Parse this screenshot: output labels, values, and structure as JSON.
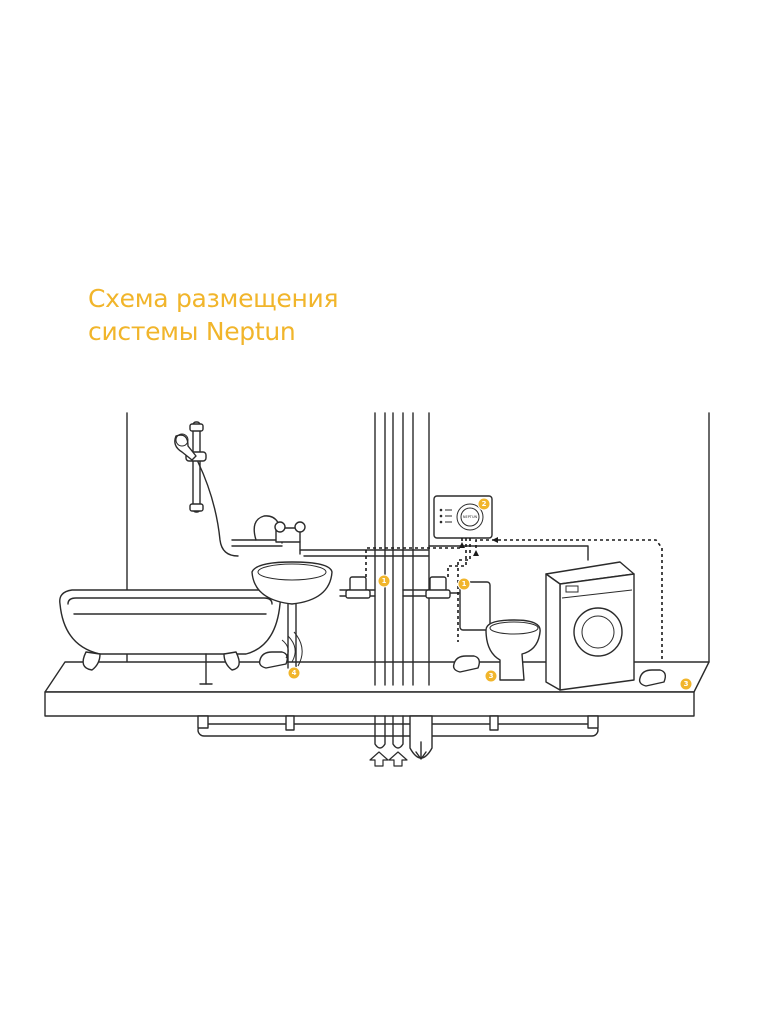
{
  "title": {
    "line1": "Схема размещения",
    "line2": "системы Neptun"
  },
  "colors": {
    "accent": "#f1b52b",
    "line": "#2b2b2b",
    "background": "#ffffff"
  },
  "markers": [
    {
      "id": "valve-left",
      "label": "1"
    },
    {
      "id": "valve-right",
      "label": "1"
    },
    {
      "id": "controller",
      "label": "2"
    },
    {
      "id": "sensor-toilet",
      "label": "3"
    },
    {
      "id": "sensor-washer",
      "label": "3"
    },
    {
      "id": "sensor-wireless",
      "label": "4"
    }
  ],
  "controller": {
    "logo": "NEPTUN"
  }
}
